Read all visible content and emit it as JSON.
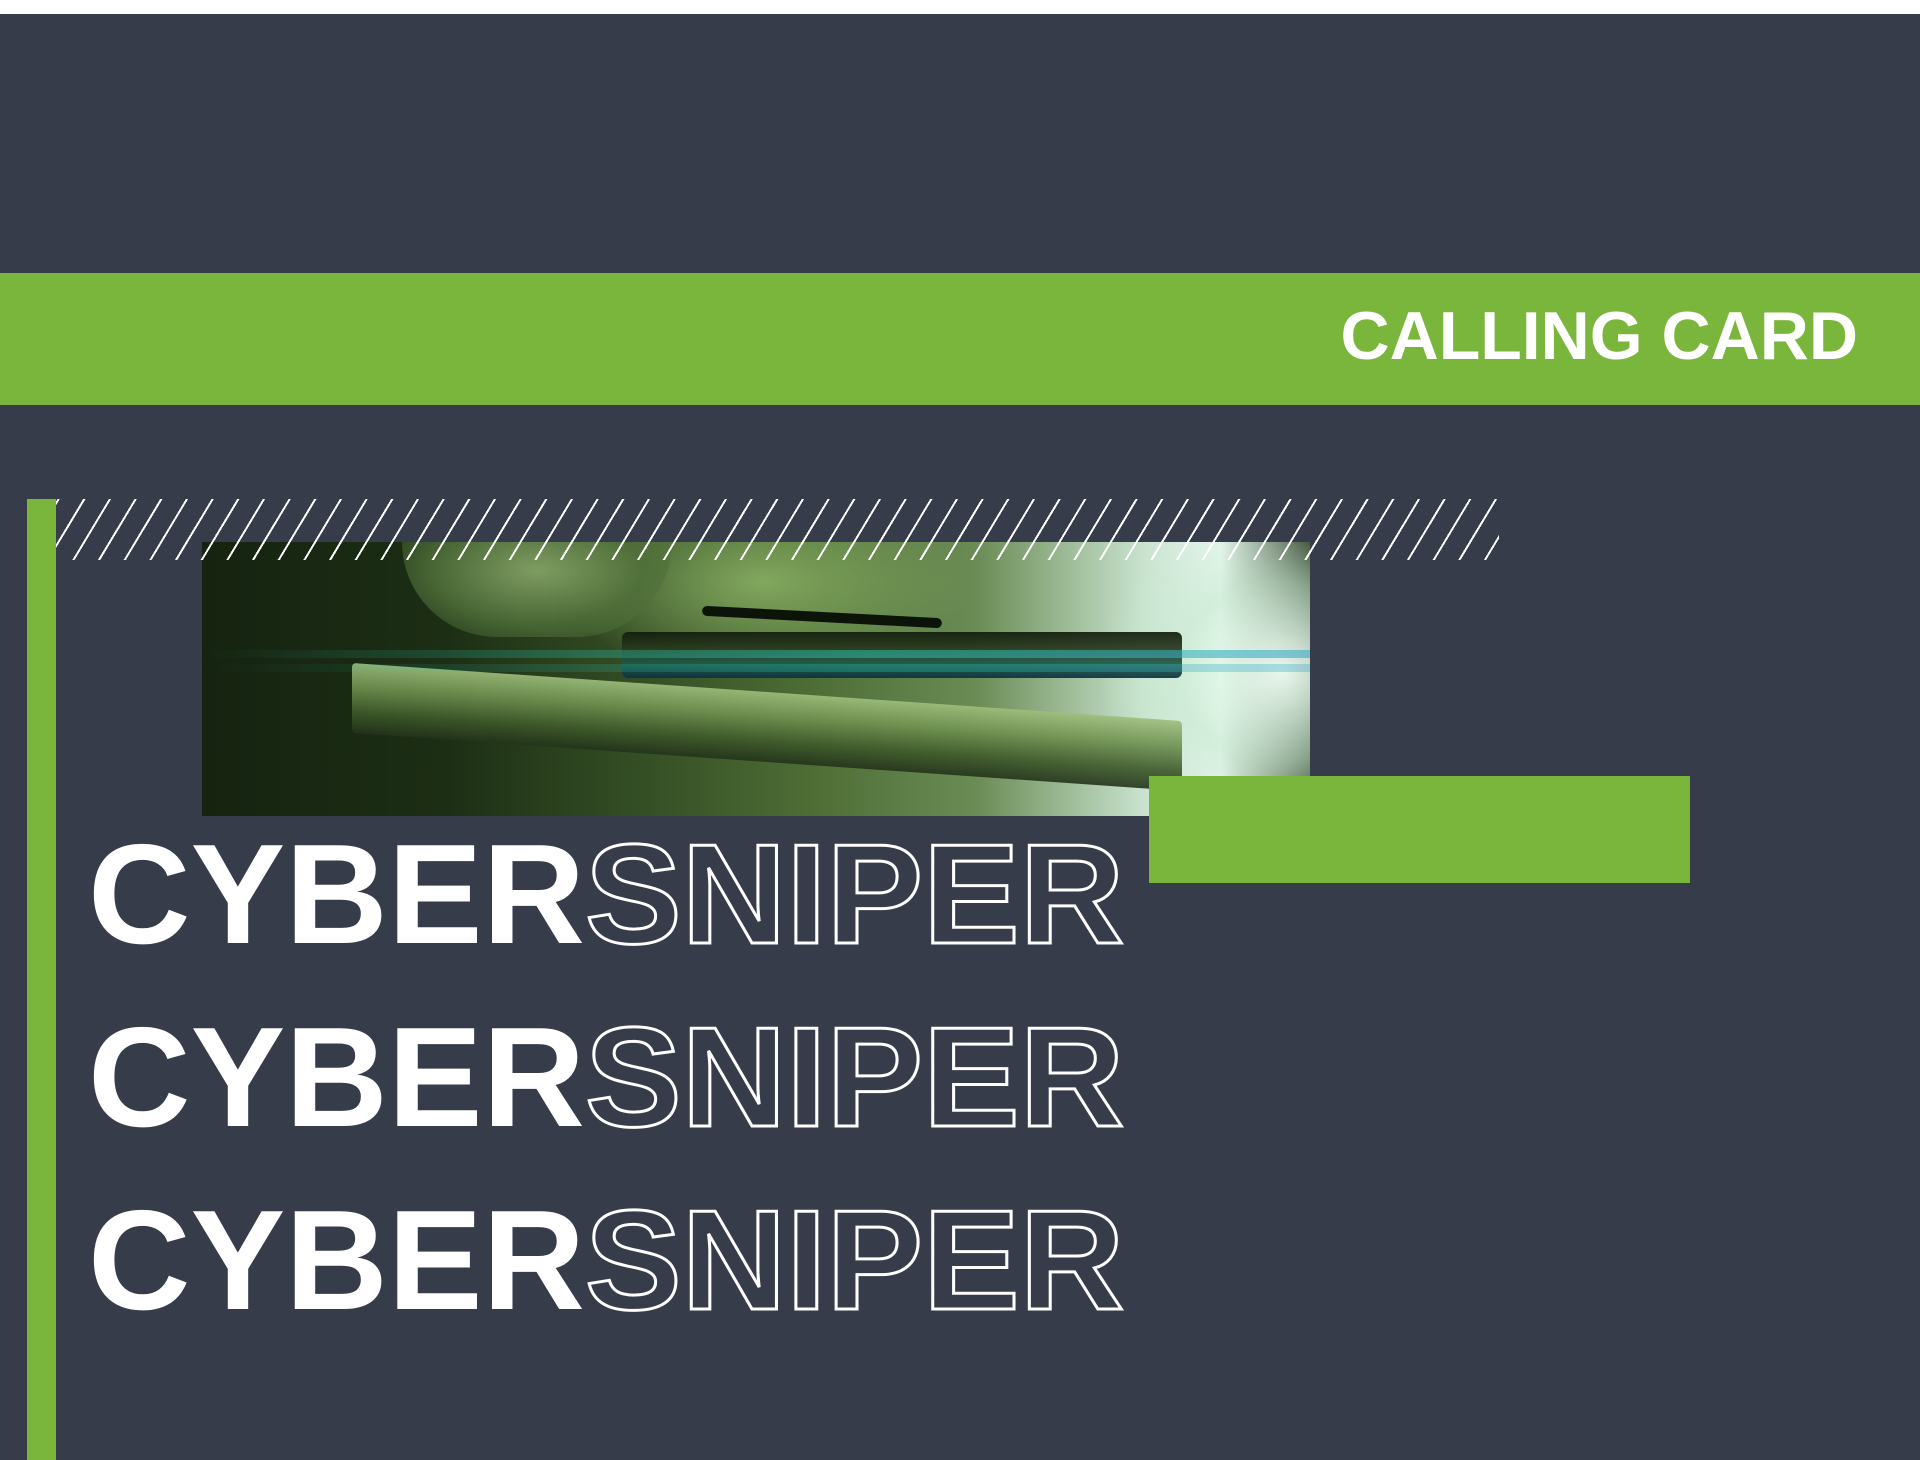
{
  "colors": {
    "background": "#363c4a",
    "accent_green": "#7bb63c",
    "text": "#ffffff",
    "top_strip": "#ffffff"
  },
  "banner": {
    "title": "CALLING CARD"
  },
  "photo": {
    "subject": "sniper-rifle-soldier-image",
    "tint": "green"
  },
  "title_rows": [
    {
      "solid_word": "CYBER",
      "outline_word": "SNIPER"
    },
    {
      "solid_word": "CYBER",
      "outline_word": "SNIPER"
    },
    {
      "solid_word": "CYBER",
      "outline_word": "SNIPER"
    }
  ]
}
